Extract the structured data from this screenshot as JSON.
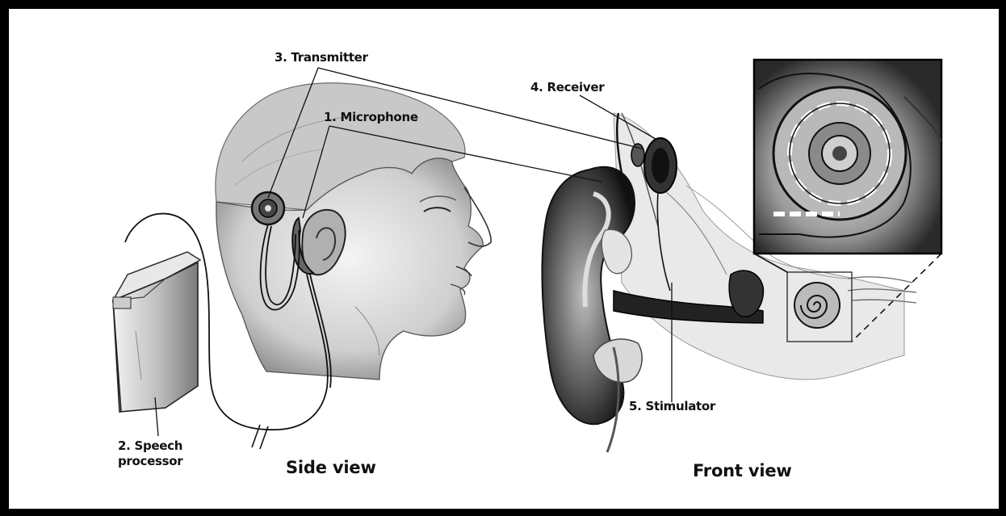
{
  "labels": {
    "transmitter": "3. Transmitter",
    "receiver": "4. Receiver",
    "microphone": "1. Microphone",
    "speech_processor_line1": "2. Speech",
    "speech_processor_line2": "processor",
    "stimulator": "5. Stimulator",
    "side_view": "Side view",
    "front_view": "Front view"
  },
  "colors": {
    "frame": "#000000",
    "ink": "#111111",
    "shade": "#8a8a8a",
    "light": "#d8d8d8"
  }
}
